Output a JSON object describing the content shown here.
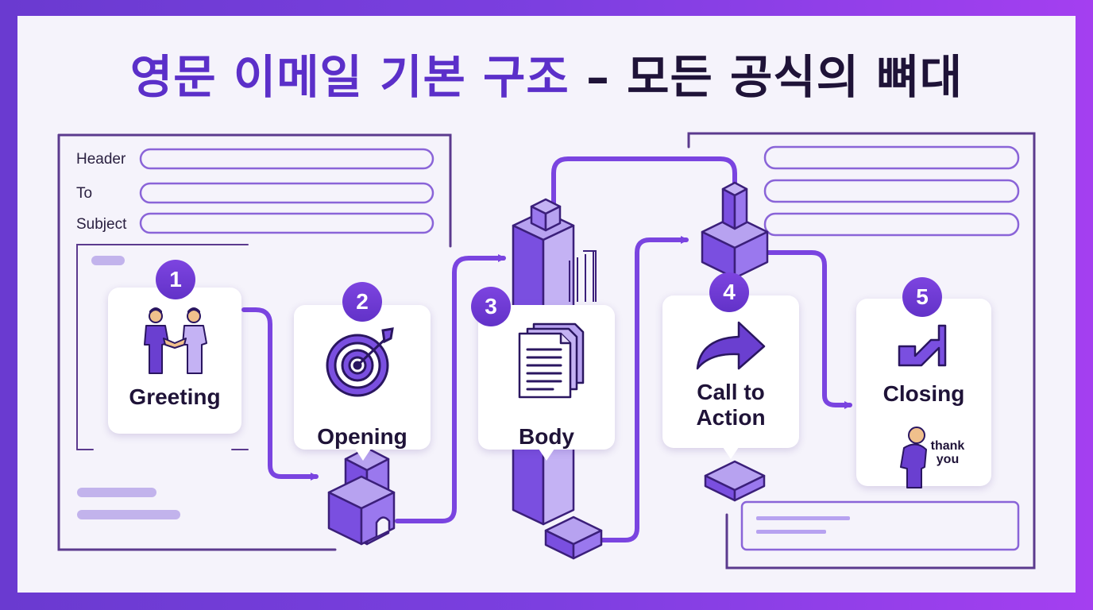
{
  "title": {
    "part1": "영문 이메일 기본 구조",
    "part2": "– 모든 공식의 뼈대"
  },
  "email_fields": {
    "header": "Header",
    "to": "To",
    "subject": "Subject"
  },
  "steps": [
    {
      "number": "1",
      "label": "Greeting",
      "icon": "handshake-icon"
    },
    {
      "number": "2",
      "label": "Opening",
      "icon": "target-icon"
    },
    {
      "number": "3",
      "label": "Body",
      "icon": "document-stack-icon"
    },
    {
      "number": "4",
      "label": "Call to Action",
      "icon": "arrow-right-icon"
    },
    {
      "number": "5",
      "label": "Closing",
      "icon": "bowing-person-icon"
    }
  ],
  "closing_note": {
    "line1": "thank",
    "line2": "you"
  },
  "colors": {
    "accent": "#6a3ad0",
    "accent_light": "#b7a2f0",
    "ink": "#1f1338",
    "frame": "#5b3a8e"
  }
}
